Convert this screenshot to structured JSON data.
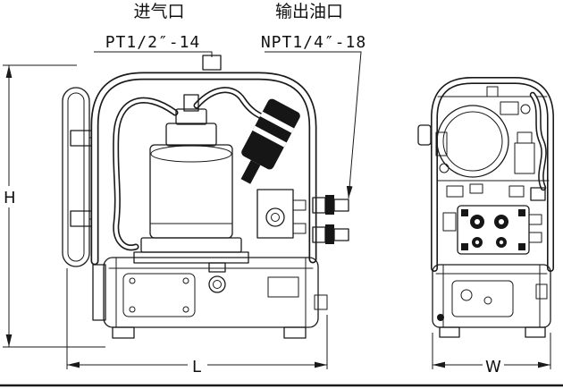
{
  "colors": {
    "line": "#1a1a1a",
    "background": "#ffffff",
    "dark_fill": "#161616"
  },
  "callouts": {
    "air_inlet": {
      "label": "进气口",
      "thread": "PT1/2″-14"
    },
    "oil_outlet": {
      "label": "输出油口",
      "thread": "NPT1/4″-18"
    }
  },
  "dimensions": {
    "height": "H",
    "length": "L",
    "width": "W"
  }
}
